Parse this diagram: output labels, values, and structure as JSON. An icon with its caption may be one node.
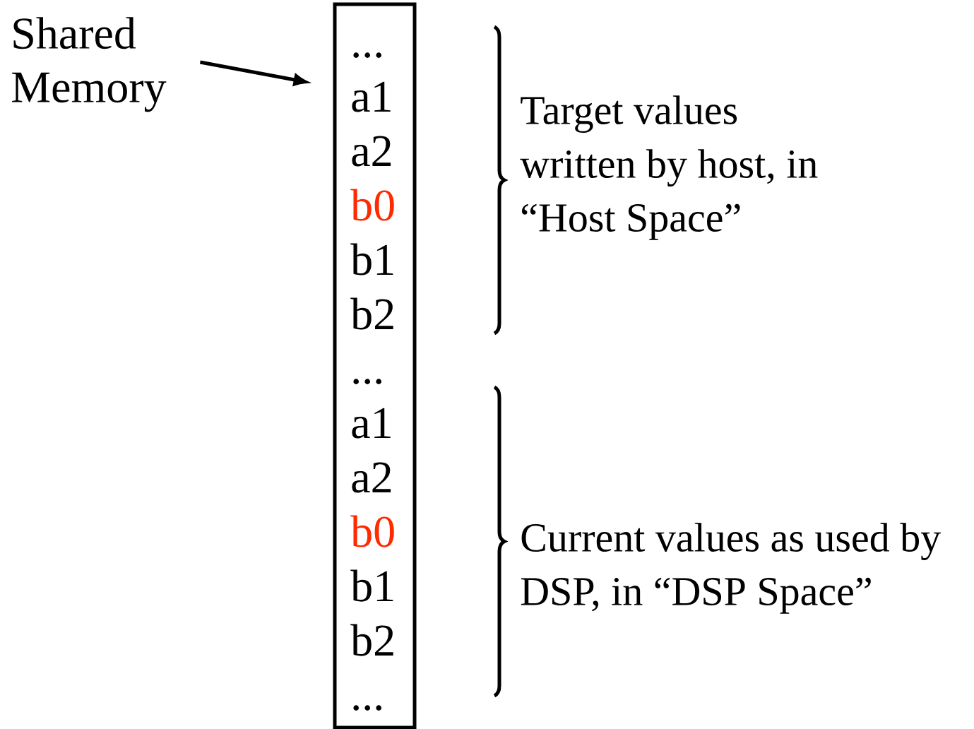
{
  "diagram": {
    "nodes": [
      {
        "text": [
          "Shared Memory"
        ]
      },
      {
        "text": [],
        "shape": "box"
      },
      {
        "text": [
          "..."
        ],
        "in": 1
      },
      {
        "text": [
          "a1"
        ],
        "in": 1
      },
      {
        "text": [
          "a2"
        ],
        "in": 1
      },
      {
        "text": [
          "b0"
        ],
        "in": 1
      },
      {
        "text": [
          "b1"
        ],
        "in": 1
      },
      {
        "text": [
          "b2"
        ],
        "in": 1
      },
      {
        "text": [
          "..."
        ],
        "in": 1
      },
      {
        "text": [
          "a1"
        ],
        "in": 1
      },
      {
        "text": [
          "a2"
        ],
        "in": 1
      },
      {
        "text": [
          "b0"
        ],
        "in": 1
      },
      {
        "text": [
          "b1"
        ],
        "in": 1
      },
      {
        "text": [
          "b2"
        ],
        "in": 1
      },
      {
        "text": [
          "..."
        ],
        "in": 1
      }
    ],
    "edges": [
      {
        "from": 0,
        "to": 1,
        "arrow": "to"
      }
    ],
    "labels": [
      "Target values written by host, in “Host Space”",
      "Current values as used by DSP, in “DSP Space”"
    ]
  }
}
